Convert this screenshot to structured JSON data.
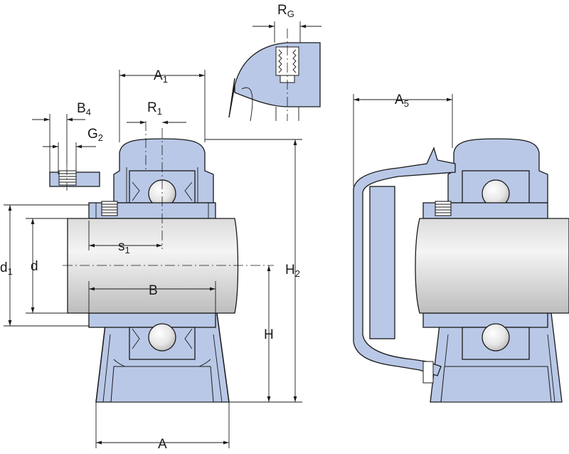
{
  "dimensions": {
    "RG": {
      "main": "R",
      "sub": "G"
    },
    "A1": {
      "main": "A",
      "sub": "1"
    },
    "R1": {
      "main": "R",
      "sub": "1"
    },
    "B4": {
      "main": "B",
      "sub": "4"
    },
    "G2": {
      "main": "G",
      "sub": "2"
    },
    "A5": {
      "main": "A",
      "sub": "5"
    },
    "s1": {
      "main": "s",
      "sub": "1"
    },
    "d1": {
      "main": "d",
      "sub": "1"
    },
    "d": {
      "main": "d"
    },
    "B": {
      "main": "B"
    },
    "H2": {
      "main": "H",
      "sub": "2"
    },
    "H": {
      "main": "H"
    },
    "A": {
      "main": "A"
    }
  },
  "colors": {
    "housing": "#b9c8e6",
    "line": "#1a1a1a",
    "shaft_light": "#f2f2f2",
    "shaft_dark": "#c9c9c9"
  }
}
